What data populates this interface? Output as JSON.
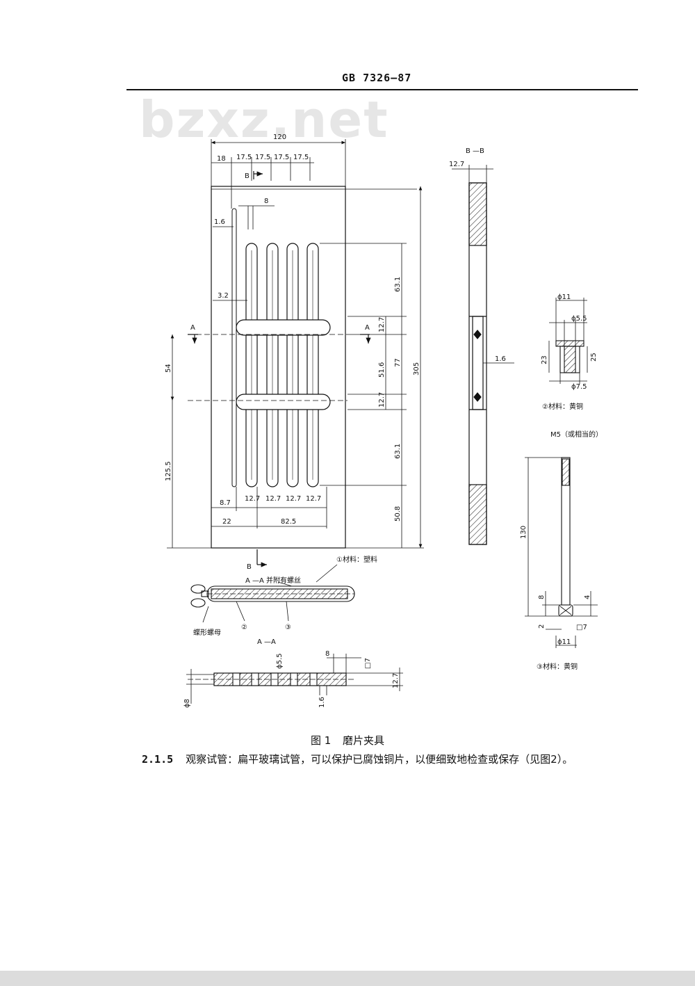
{
  "header": {
    "standard_code": "GB 7326—87"
  },
  "watermark": "bzxz.net",
  "figure": {
    "main_view": {
      "top_dims": {
        "overall": "120",
        "d18": "18",
        "d17a": "17.5",
        "d17b": "17.5",
        "d17c": "17.5",
        "d17d": "17.5",
        "d8": "8"
      },
      "left_dims": {
        "d16": "1.6",
        "d32": "3.2",
        "d54": "54",
        "d1255": "125.5"
      },
      "right_dims": {
        "d631a": "63.1",
        "d127a": "12.7",
        "d516": "51.6",
        "d77": "77",
        "d127b": "12.7",
        "d631b": "63.1",
        "d508": "50.8",
        "d305": "305"
      },
      "bottom_dims": {
        "d87": "8.7",
        "w1": "12.7",
        "w2": "12.7",
        "w3": "12.7",
        "w4": "12.7",
        "d22": "22",
        "d825": "82.5"
      },
      "section_marks": {
        "a_left": "A",
        "a_right": "A",
        "b_top": "B",
        "b_bottom": "B"
      }
    },
    "bb_view": {
      "title": "B —B",
      "d127": "12.7",
      "d16": "1.6"
    },
    "part2": {
      "d11": "ϕ11",
      "d55": "ϕ5.5",
      "d23": "23",
      "d25": "25",
      "d75": "ϕ7.5",
      "material": "②材料：黄铜"
    },
    "part3": {
      "thread": "M5（或相当的）",
      "d130": "130",
      "d8": "8",
      "d4": "4",
      "d2": "2",
      "sq7": "□7",
      "d11": "ϕ11",
      "material": "③材料：黄铜"
    },
    "aa_assembly": {
      "material1": "①材料：塑料",
      "title": "A —A 并附有螺丝",
      "label_nut": "蝶形螺母",
      "label2": "②",
      "label3": "③"
    },
    "aa_section": {
      "title": "A —A",
      "d55": "ϕ5.5",
      "d8": "8",
      "sq7": "□7",
      "d127": "12.7",
      "d8dia": "ϕ8",
      "d16": "1.6"
    },
    "caption": {
      "label": "图 1",
      "title": "磨片夹具"
    }
  },
  "paragraph": {
    "number": "2.1.5",
    "text": "观察试管：扁平玻璃试管，可以保护已腐蚀铜片，以便细致地检查或保存（见图2）。"
  }
}
